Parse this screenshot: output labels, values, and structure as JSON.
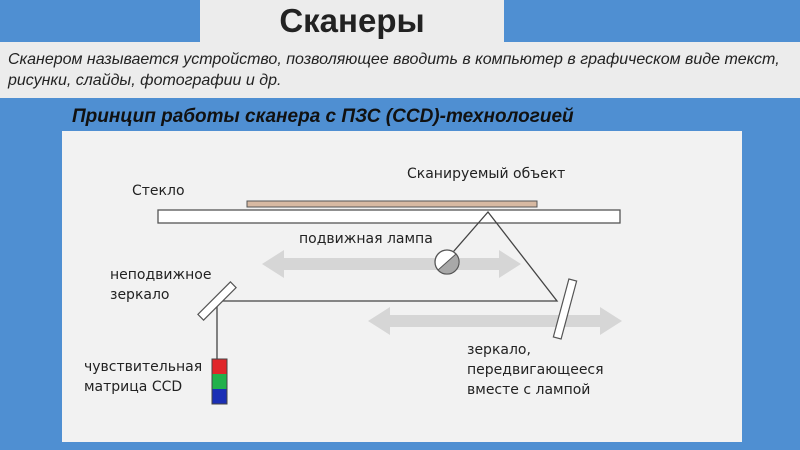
{
  "header": {
    "title": "Сканеры",
    "definition": "Сканером называется устройство, позволяющее вводить в компьютер в графическом виде текст, рисунки, слайды, фотографии и др.",
    "subtitle": "Принцип работы сканера с ПЗС (CCD)-технологией"
  },
  "diagram": {
    "glass_label": "Стекло",
    "object_label": "Сканируемый объект",
    "lamp_label": "подвижная лампа",
    "fixed_mirror_label": [
      "неподвижное",
      "зеркало"
    ],
    "ccd_label": [
      "чувствительная",
      "матрица CCD"
    ],
    "moving_mirror_label": [
      "зеркало,",
      "передвигающееся",
      "вместе с лампой"
    ],
    "colors": {
      "ccd_red": "#e0262a",
      "ccd_green": "#22b14c",
      "ccd_blue": "#1b2fb5",
      "object": "#d7b9a2",
      "arrow": "#d6d6d6"
    }
  }
}
